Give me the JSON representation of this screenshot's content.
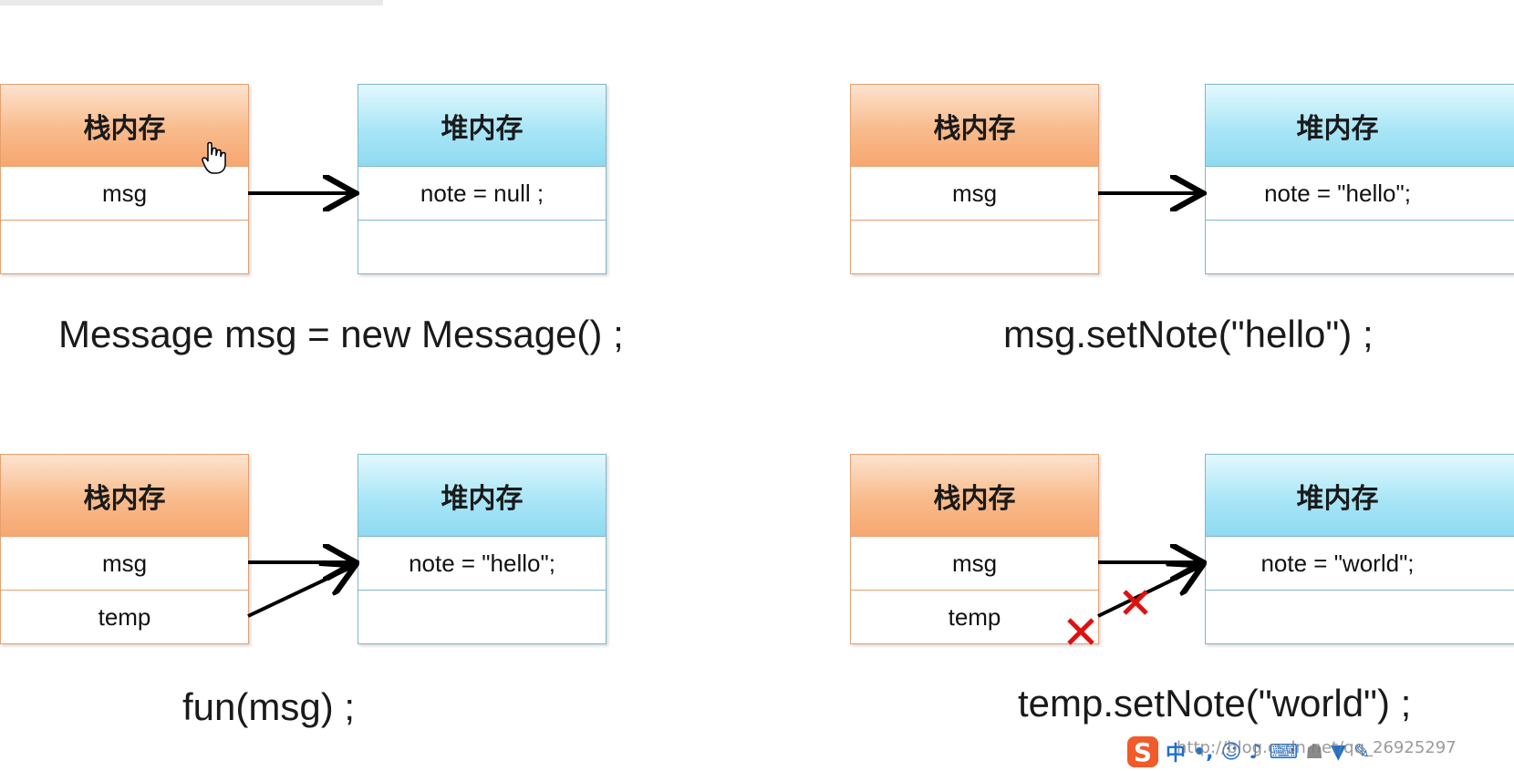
{
  "diagram": {
    "stack_label": "栈内存",
    "heap_label": "堆内存",
    "panels": [
      {
        "stack_rows": [
          "msg",
          ""
        ],
        "heap_rows": [
          "note = null ;",
          ""
        ],
        "caption": "Message msg = new Message() ;"
      },
      {
        "stack_rows": [
          "msg",
          ""
        ],
        "heap_rows": [
          "note = \"hello\";",
          ""
        ],
        "caption": "msg.setNote(\"hello\") ;"
      },
      {
        "stack_rows": [
          "msg",
          "temp"
        ],
        "heap_rows": [
          "note = \"hello\";",
          ""
        ],
        "caption": "fun(msg) ;"
      },
      {
        "stack_rows": [
          "msg",
          "temp"
        ],
        "heap_rows": [
          "note = \"world\";",
          ""
        ],
        "caption": "temp.setNote(\"world\") ;"
      }
    ]
  },
  "ime_toolbar": {
    "logo": "S",
    "lang": "中",
    "icons": [
      "punctuation-icon",
      "emoji-icon",
      "microphone-icon",
      "keyboard-icon",
      "user-icon",
      "shirt-icon",
      "wrench-icon"
    ]
  },
  "watermark": "http://blog.csdn.net/qq_26925297",
  "colors": {
    "stack_header": "#f8bb8c",
    "heap_header": "#a9e6f7",
    "arrow": "#000000",
    "cross": "#e01010"
  }
}
